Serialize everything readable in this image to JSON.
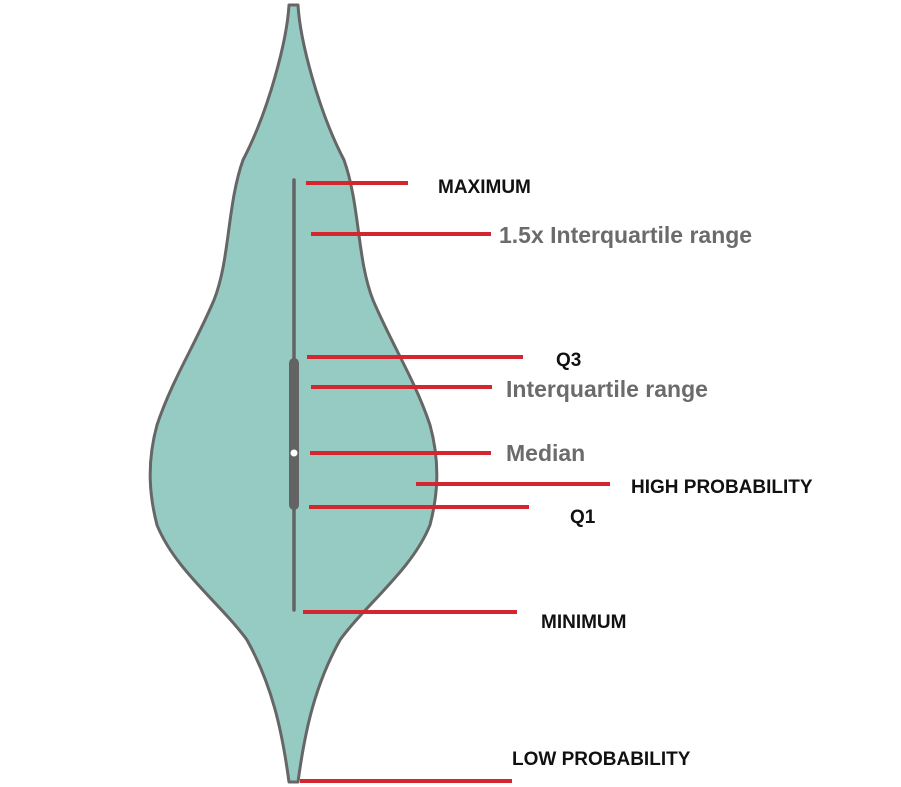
{
  "colors": {
    "violin_fill": "#95cbc2",
    "violin_outline": "#666666",
    "box_color": "#636363",
    "median_dot": "#ffffff",
    "leader_line": "#d4262e",
    "bold_label_text": "#111111",
    "gray_label_text": "#6b6b6b",
    "background": "#ffffff"
  },
  "labels": {
    "maximum": "MAXIMUM",
    "whisker_range": "1.5x Interquartile range",
    "q3": "Q3",
    "interquartile_range": "Interquartile range",
    "median": "Median",
    "high_probability": "HIGH PROBABILITY",
    "q1": "Q1",
    "minimum": "MINIMUM",
    "low_probability": "LOW PROBABILITY"
  }
}
